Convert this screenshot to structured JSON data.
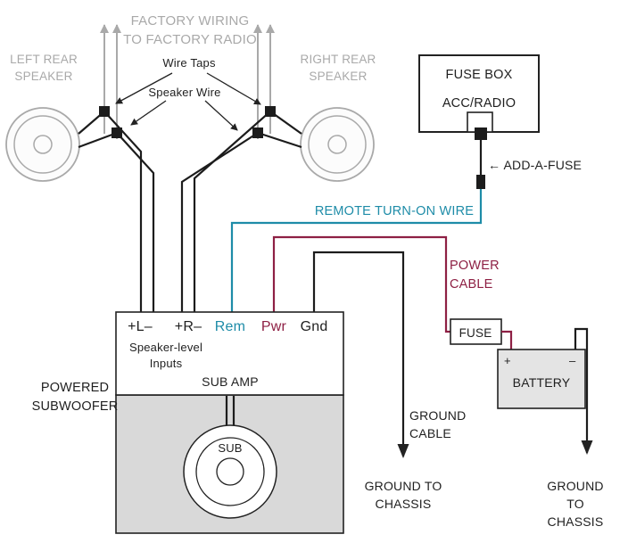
{
  "colors": {
    "gray": "#a9a9a9",
    "wire_black": "#1c1c1c",
    "teal": "#1e8ca8",
    "maroon": "#8e2044",
    "enclosure_fill": "#d9d9d9",
    "battery_fill": "#e4e4e4"
  },
  "top": {
    "factory_wiring": "FACTORY WIRING\nTO FACTORY RADIO",
    "left_speaker": "LEFT REAR\nSPEAKER",
    "right_speaker": "RIGHT REAR\nSPEAKER",
    "wire_taps": "Wire Taps",
    "speaker_wire": "Speaker Wire"
  },
  "fuse_box": {
    "title": "FUSE BOX",
    "slot": "ACC/RADIO",
    "add_a_fuse": "← ADD-A-FUSE"
  },
  "wires": {
    "remote": "REMOTE TURN-ON WIRE",
    "power": "POWER\nCABLE",
    "ground": "GROUND\nCABLE"
  },
  "amp": {
    "terminals": [
      {
        "label": "+L–"
      },
      {
        "label": "+R–"
      },
      {
        "label": "Rem"
      },
      {
        "label": "Pwr"
      },
      {
        "label": "Gnd"
      }
    ],
    "speaker_level_inputs": "Speaker-level\nInputs",
    "name": "SUB AMP"
  },
  "subwoofer": {
    "label": "POWERED\nSUBWOOFER",
    "driver": "SUB"
  },
  "power": {
    "fuse": "FUSE",
    "battery": "BATTERY",
    "plus": "+",
    "minus": "–"
  },
  "grounds": {
    "left": "GROUND TO\nCHASSIS",
    "right": "GROUND TO\nCHASSIS"
  }
}
